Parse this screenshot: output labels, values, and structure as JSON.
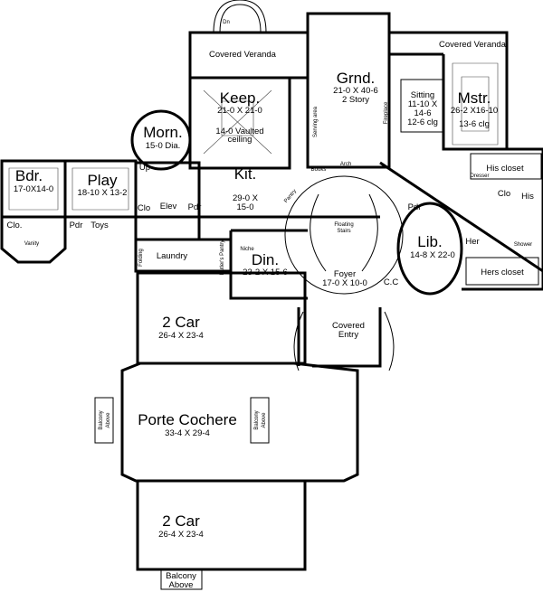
{
  "rooms": {
    "veranda_left": {
      "name": "Covered Veranda"
    },
    "veranda_right": {
      "name": "Covered Veranda"
    },
    "grand": {
      "name": "Grnd.",
      "dims": "21-0 X 40-6",
      "note": "2 Story"
    },
    "keep": {
      "name": "Keep.",
      "dims": "21-0 X 21-0",
      "note1": "14-0 Vaulted",
      "note2": "ceiling"
    },
    "morning": {
      "name": "Morn.",
      "dims": "15-0 Dia."
    },
    "kitchen": {
      "name": "Kit.",
      "dims1": "29-0 X",
      "dims2": "15-0"
    },
    "sitting": {
      "name": "Sitting",
      "dims1": "11-10 X",
      "dims2": "14-6",
      "note": "12-6 clg"
    },
    "master": {
      "name": "Mstr.",
      "dims": "26-2 X16-10",
      "note": "13-6 clg"
    },
    "bedroom": {
      "name": "Bdr.",
      "dims": "17-0X14-0"
    },
    "play": {
      "name": "Play",
      "dims": "18-10 X 13-2"
    },
    "toys": {
      "name": "Toys"
    },
    "powder1": {
      "name": "Pdr"
    },
    "powder2": {
      "name": "Pdr"
    },
    "powder3": {
      "name": "Pdr"
    },
    "closet1": {
      "name": "Clo."
    },
    "closet2": {
      "name": "Clo"
    },
    "closet3": {
      "name": "Clo"
    },
    "elevator": {
      "name": "Elev"
    },
    "laundry": {
      "name": "Laundry"
    },
    "dining": {
      "name": "Din.",
      "dims": "23-2 X 15-6"
    },
    "stairs": {
      "name1": "Floating",
      "name2": "Stairs"
    },
    "foyer": {
      "name": "Foyer",
      "dims": "17-0 X 10-0"
    },
    "library": {
      "name": "Lib.",
      "dims": "14-8 X 22-0"
    },
    "coat_closet": {
      "name": "C.C"
    },
    "his_closet": {
      "name": "His closet"
    },
    "his_bath": {
      "name": "His"
    },
    "her_bath": {
      "name": "Her"
    },
    "hers_closet": {
      "name": "Hers closet"
    },
    "entry": {
      "name1": "Covered",
      "name2": "Entry"
    },
    "garage_top": {
      "name": "2 Car",
      "dims": "26-4 X 23-4"
    },
    "porte": {
      "name": "Porte Cochere",
      "dims": "33-4 X 29-4"
    },
    "garage_bottom": {
      "name": "2 Car",
      "dims": "26-4 X 23-4"
    },
    "balcony_left": {
      "l1": "Balcony",
      "l2": "Above"
    },
    "balcony_right": {
      "l1": "Balcony",
      "l2": "Above"
    },
    "balcony_bottom": {
      "l1": "Balcony",
      "l2": "Above"
    }
  },
  "annotations": {
    "up": "Up",
    "dn": "Dn",
    "niche": "Niche",
    "books": "Books",
    "arch": "Arch",
    "pantry": "Pantry",
    "butler": "Butler's Pantry",
    "folding": "Folding",
    "vanity": "Vanity",
    "fireplace": "Fireplace",
    "dresser": "Dresser",
    "shower": "Shower",
    "serving": "Serving area"
  }
}
